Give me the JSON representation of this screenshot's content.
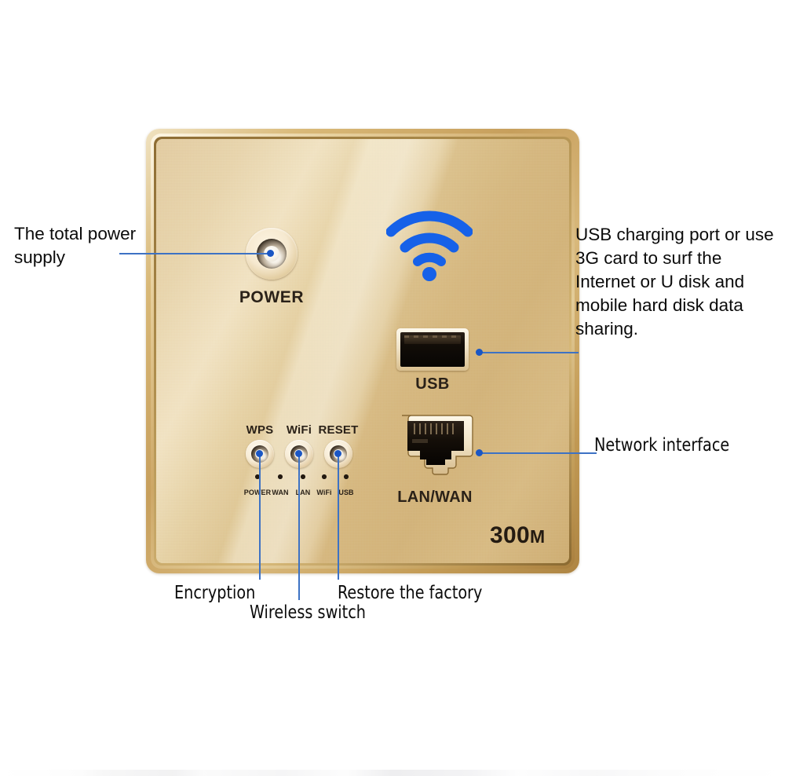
{
  "product": {
    "panel_face_color": "#d9bc82",
    "frame_color": "#c09a55",
    "accent_blue": "#1661e8",
    "leader_line_color": "#3d72c4",
    "speed_number": "300",
    "speed_unit": "M",
    "wifi_icon": "wifi-signal-icon"
  },
  "controls": {
    "power_label": "POWER",
    "buttons": [
      {
        "label": "WPS",
        "name": "wps-button"
      },
      {
        "label": "WiFi",
        "name": "wifi-button"
      },
      {
        "label": "RESET",
        "name": "reset-button"
      }
    ]
  },
  "ports": {
    "usb_label": "USB",
    "lan_label": "LAN/WAN"
  },
  "leds": [
    {
      "label": "POWER"
    },
    {
      "label": "WAN"
    },
    {
      "label": "LAN"
    },
    {
      "label": "WiFi"
    },
    {
      "label": "USB"
    }
  ],
  "annotations": {
    "power_supply": "The total power supply",
    "usb_port": "USB charging port or use 3G card to surf the Internet or U disk and mobile hard disk data sharing.",
    "network_interface": "Network interface",
    "encryption": "Encryption",
    "wireless_switch": "Wireless switch",
    "restore_factory": "Restore the factory"
  }
}
